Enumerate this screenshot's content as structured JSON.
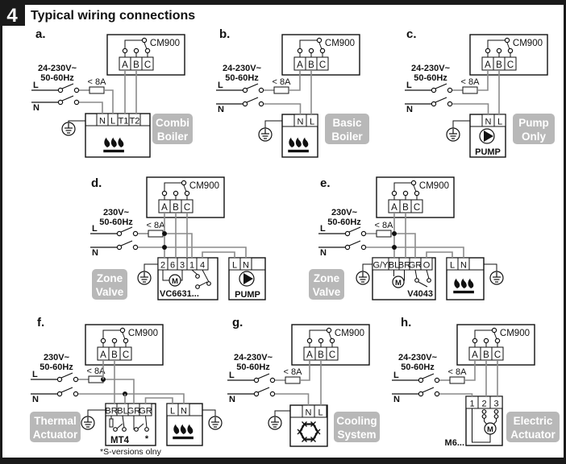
{
  "header": {
    "section_number": "4",
    "title": "Typical wiring connections"
  },
  "colors": {
    "frame": "#1a1a1a",
    "wire": "#8a8a8a",
    "line": "#111111",
    "badge_bg": "#b8b8b8",
    "badge_text": "#ffffff"
  },
  "diagrams": [
    {
      "id": "a",
      "letter": "a.",
      "controller": "CM900",
      "terminals": [
        "A",
        "B",
        "C"
      ],
      "supply": [
        "24-230V~",
        "50-60Hz"
      ],
      "fuse": "< 8A",
      "line_labels": [
        "L",
        "N"
      ],
      "device_terminals": [
        "N",
        "L",
        "T1",
        "T2"
      ],
      "device_icon": "boiler-flame-icon",
      "badge": [
        "Combi",
        "Boiler"
      ]
    },
    {
      "id": "b",
      "letter": "b.",
      "controller": "CM900",
      "terminals": [
        "A",
        "B",
        "C"
      ],
      "supply": [
        "24-230V~",
        "50-60Hz"
      ],
      "fuse": "< 8A",
      "line_labels": [
        "L",
        "N"
      ],
      "device_terminals": [
        "N",
        "L"
      ],
      "device_icon": "boiler-flame-icon",
      "badge": [
        "Basic",
        "Boiler"
      ]
    },
    {
      "id": "c",
      "letter": "c.",
      "controller": "CM900",
      "terminals": [
        "A",
        "B",
        "C"
      ],
      "supply": [
        "24-230V~",
        "50-60Hz"
      ],
      "fuse": "< 8A",
      "line_labels": [
        "L",
        "N"
      ],
      "device_terminals": [
        "N",
        "L"
      ],
      "device_icon": "pump-icon",
      "device_name": "PUMP",
      "badge": [
        "Pump",
        "Only"
      ]
    },
    {
      "id": "d",
      "letter": "d.",
      "controller": "CM900",
      "terminals": [
        "A",
        "B",
        "C"
      ],
      "supply": [
        "230V~",
        "50-60Hz"
      ],
      "fuse": "< 8A",
      "line_labels": [
        "L",
        "N"
      ],
      "valve_terminals": [
        "2",
        "6",
        "3",
        "1",
        "4"
      ],
      "valve_name": "VC6631...",
      "motor": "M",
      "pump_terminals": [
        "L",
        "N"
      ],
      "pump_name": "PUMP",
      "badge": [
        "Zone",
        "Valve"
      ]
    },
    {
      "id": "e",
      "letter": "e.",
      "controller": "CM900",
      "terminals": [
        "A",
        "B",
        "C"
      ],
      "supply": [
        "230V~",
        "50-60Hz"
      ],
      "fuse": "< 8A",
      "line_labels": [
        "L",
        "N"
      ],
      "valve_terminals": [
        "G/Y",
        "BL",
        "BR",
        "GR",
        "O"
      ],
      "valve_name": "V4043",
      "motor": "M",
      "boiler_terminals": [
        "L",
        "N"
      ],
      "badge": [
        "Zone",
        "Valve"
      ]
    },
    {
      "id": "f",
      "letter": "f.",
      "controller": "CM900",
      "terminals": [
        "A",
        "B",
        "C"
      ],
      "supply": [
        "230V~",
        "50-60Hz"
      ],
      "fuse": "< 8A",
      "line_labels": [
        "L",
        "N"
      ],
      "actuator_terminals": [
        "BR",
        "BL",
        "GR",
        "GR"
      ],
      "actuator_name": "MT4",
      "asterisk": "*",
      "footnote": "*S-versions olny",
      "boiler_terminals": [
        "L",
        "N"
      ],
      "badge": [
        "Thermal",
        "Actuator"
      ]
    },
    {
      "id": "g",
      "letter": "g.",
      "controller": "CM900",
      "terminals": [
        "A",
        "B",
        "C"
      ],
      "supply": [
        "24-230V~",
        "50-60Hz"
      ],
      "fuse": "< 8A",
      "line_labels": [
        "L",
        "N"
      ],
      "device_terminals": [
        "N",
        "L"
      ],
      "device_icon": "snowflake-icon",
      "badge": [
        "Cooling",
        "System"
      ]
    },
    {
      "id": "h",
      "letter": "h.",
      "controller": "CM900",
      "terminals": [
        "A",
        "B",
        "C"
      ],
      "supply": [
        "24-230V~",
        "50-60Hz"
      ],
      "fuse": "< 8A",
      "line_labels": [
        "L",
        "N"
      ],
      "actuator_terminals": [
        "1",
        "2",
        "3"
      ],
      "actuator_name": "M6...",
      "motor": "M",
      "badge": [
        "Electric",
        "Actuator"
      ]
    }
  ]
}
